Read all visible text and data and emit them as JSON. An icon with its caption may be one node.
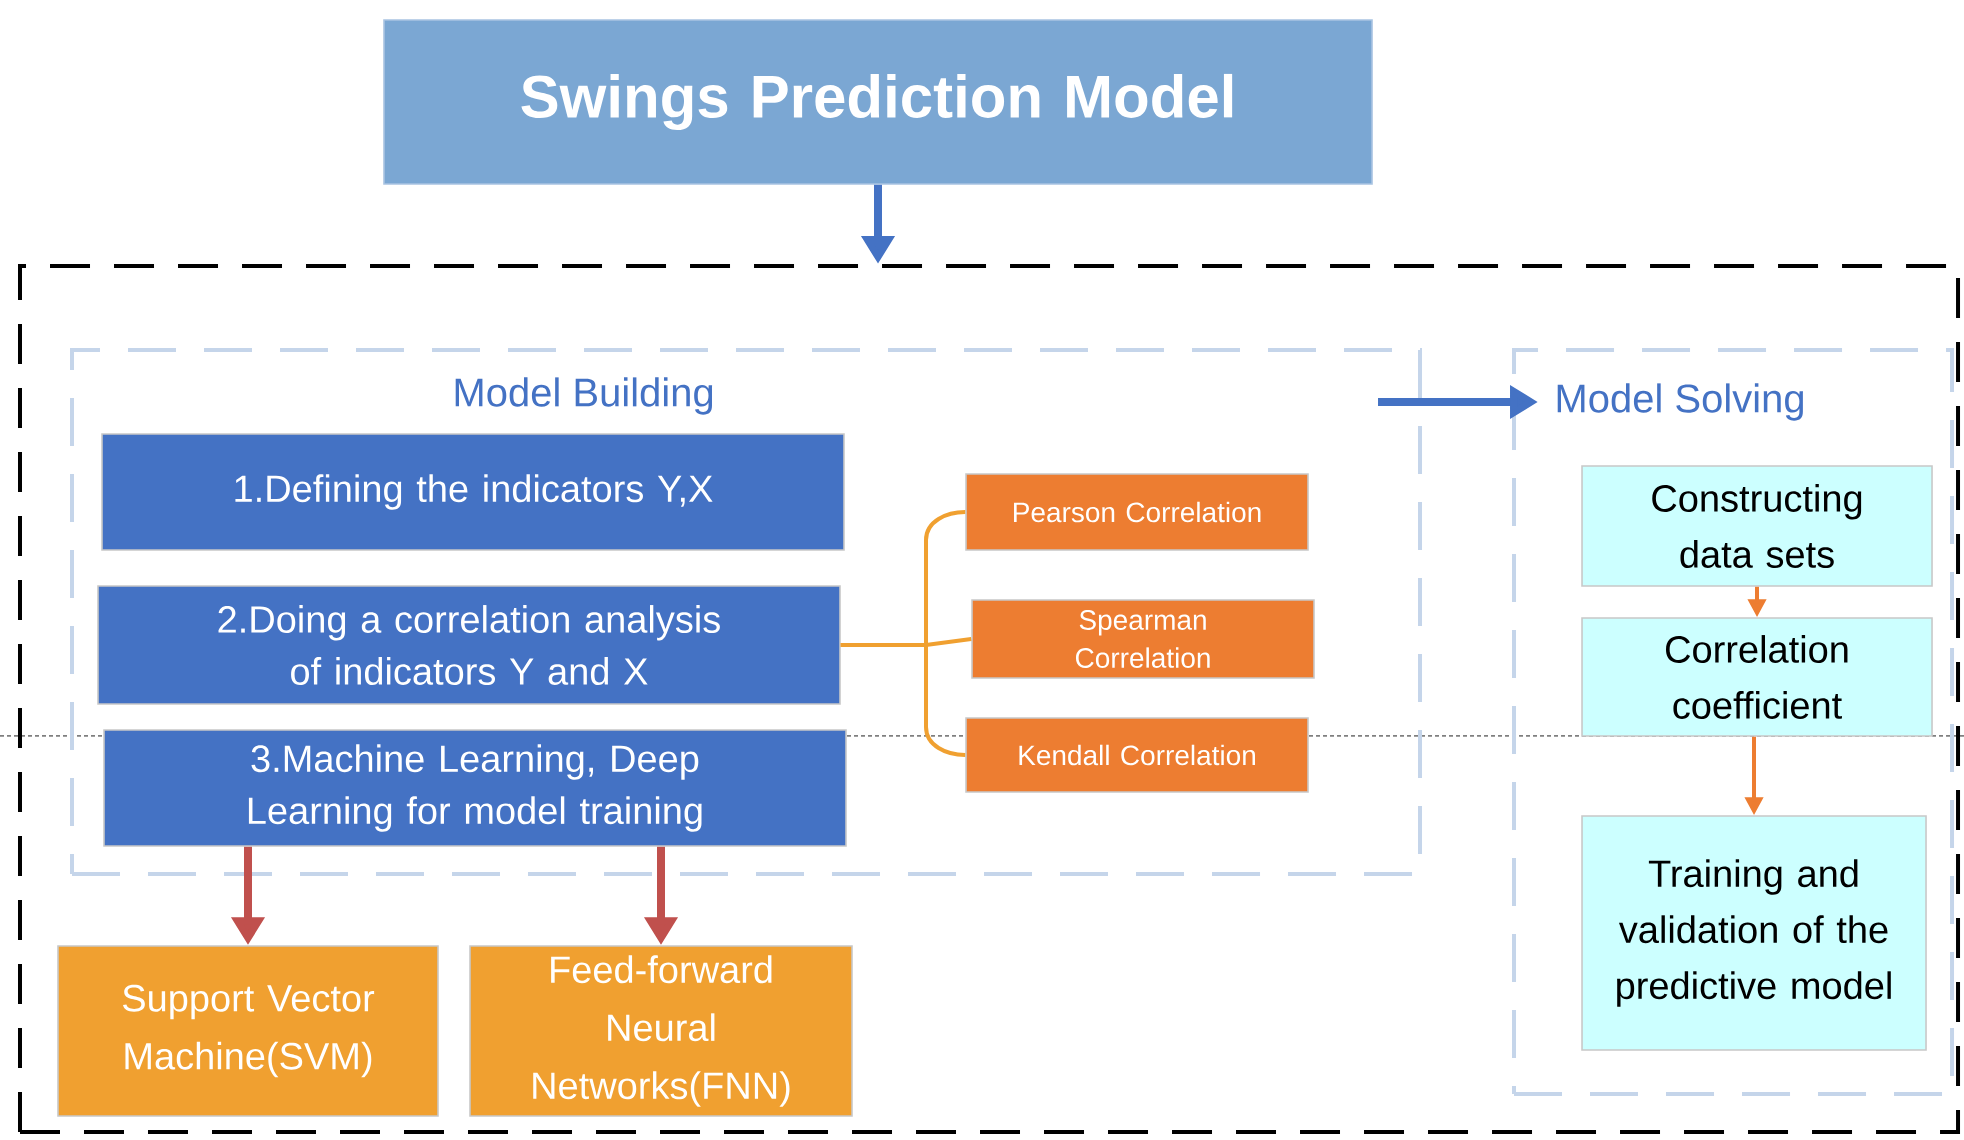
{
  "diagram": {
    "nodes": [
      {
        "text": [
          "Swings Prediction Model"
        ]
      },
      {
        "text": [],
        "shape": "box"
      },
      {
        "text": [
          "Model Building"
        ],
        "in": 1
      },
      {
        "text": [
          "Model Solving"
        ],
        "in": 1
      },
      {
        "text": [
          "1.Defining the indicators Y,X"
        ],
        "in": 2
      },
      {
        "text": [
          "2.Doing a correlation analysis of indicators Y and X"
        ],
        "in": 2
      },
      {
        "text": [
          "3.Machine Learning, Deep Learning for model training"
        ],
        "in": 2
      },
      {
        "text": [
          "Pearson Correlation"
        ],
        "in": 2
      },
      {
        "text": [
          "Spearman Correlation"
        ],
        "in": 2
      },
      {
        "text": [
          "Kendall Correlation"
        ],
        "in": 2
      },
      {
        "text": [
          "Support Vector Machine(SVM)"
        ],
        "in": 1
      },
      {
        "text": [
          "Feed-forward Neural Networks(FNN)"
        ],
        "in": 1
      },
      {
        "text": [
          "Constructing data sets"
        ],
        "in": 3
      },
      {
        "text": [
          "Correlation coefficient"
        ],
        "in": 3
      },
      {
        "text": [
          "Training and validation of the predictive model"
        ],
        "in": 3
      }
    ],
    "edges": [
      {
        "from": 0,
        "to": 1,
        "arrow": "to",
        "style": "thick",
        "color": "#4472c4"
      },
      {
        "from": 2,
        "to": 3,
        "arrow": "to",
        "style": "thick",
        "color": "#4472c4"
      },
      {
        "from": 5,
        "to": 7,
        "arrow": "none",
        "color": "#f0a030"
      },
      {
        "from": 5,
        "to": 8,
        "arrow": "none",
        "color": "#f0a030"
      },
      {
        "from": 5,
        "to": 9,
        "arrow": "none",
        "color": "#f0a030"
      },
      {
        "from": 6,
        "to": 10,
        "arrow": "to",
        "style": "thick",
        "color": "#c0504d"
      },
      {
        "from": 6,
        "to": 11,
        "arrow": "to",
        "style": "thick",
        "color": "#c0504d"
      },
      {
        "from": 12,
        "to": 13,
        "arrow": "to",
        "color": "#ed7d31"
      },
      {
        "from": 13,
        "to": 14,
        "arrow": "to",
        "color": "#ed7d31"
      }
    ]
  }
}
